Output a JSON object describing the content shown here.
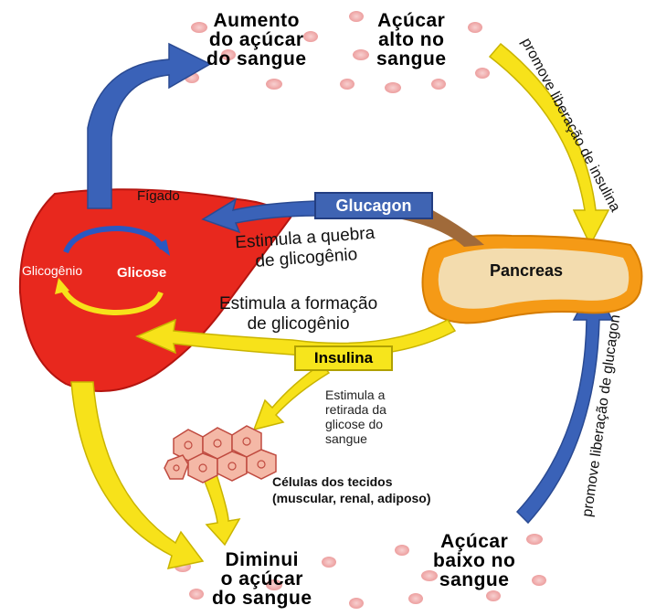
{
  "labels": {
    "aumento": "Aumento\ndo açúcar\ndo sangue",
    "acucar_alto": "Açúcar\nalto no\nsangue",
    "promove_insulina": "promove liberação de insulina",
    "figado": "Fígado",
    "glucagon": "Glucagon",
    "estimula_quebra": "Estimula a quebra\nde glicogênio",
    "glicogenio": "Glicogênio",
    "glicose": "Glicose",
    "pancreas": "Pancreas",
    "estimula_formacao": "Estimula a formação\nde glicogênio",
    "insulina": "Insulina",
    "estimula_retirada": "Estimula a\nretirada da\nglicose do\nsangue",
    "celulas": "Células dos tecidos\n(muscular, renal, adiposo)",
    "promove_glucagon": "promove liberação de glucagon",
    "diminui": "Diminui\no açúcar\ndo sangue",
    "acucar_baixo": "Açúcar\nbaixo no\nsangue"
  },
  "colors": {
    "liver": "#e8281e",
    "yellow_arrow": "#f7e21a",
    "blue_arrow": "#3a62b8",
    "pancreas_outer": "#f59a16",
    "pancreas_inner": "#f3dcae",
    "glucagon_box": "#3f64b3",
    "insulina_box": "#f6e51c",
    "blood_cell": "#f2a8a8"
  }
}
